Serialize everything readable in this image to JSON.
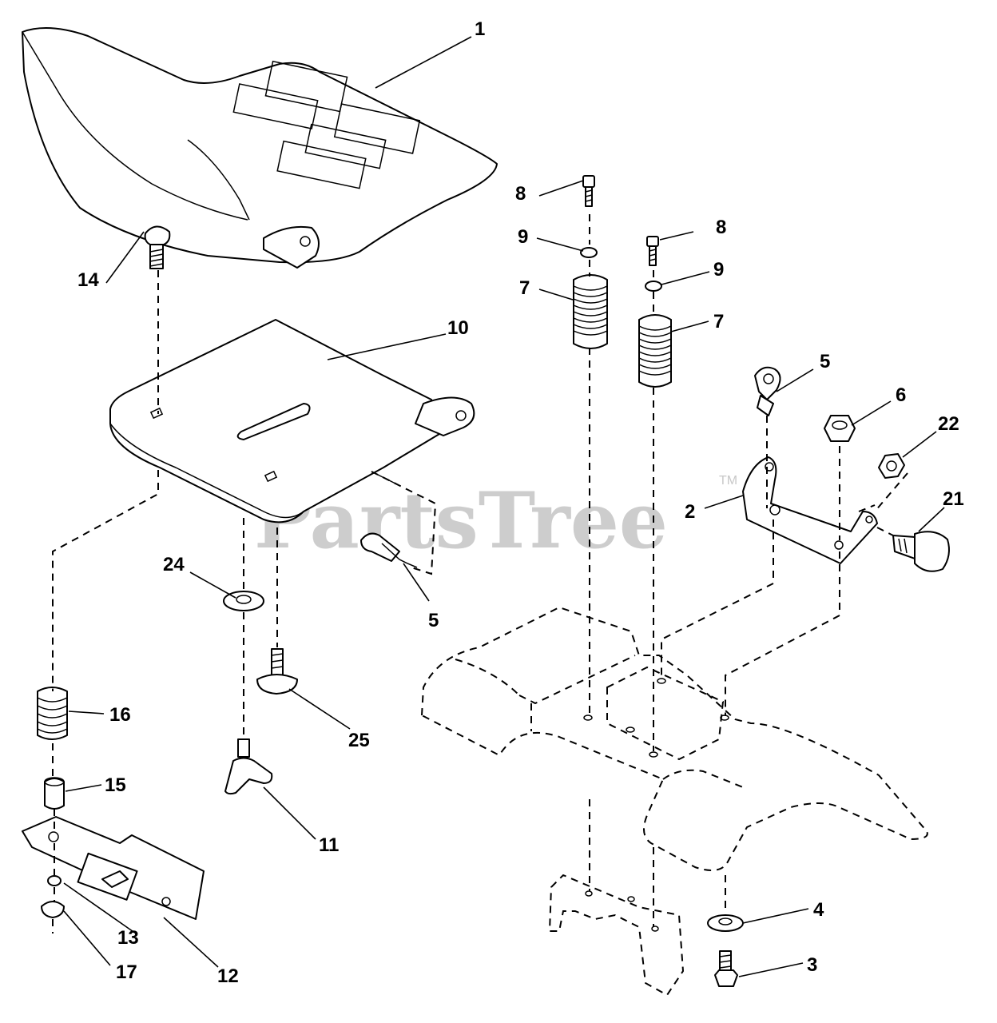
{
  "watermark": {
    "brand": "PartsTree",
    "trademark": "TM"
  },
  "callouts": {
    "seat": "1",
    "bracket": "2",
    "bolt_bottom": "3",
    "washer_bottom": "4",
    "clip_right": "5",
    "clip_left": "5",
    "nut_bracket": "6",
    "spring_left": "7",
    "spring_right": "7",
    "screw_left": "8",
    "screw_right": "8",
    "washer_top_left": "9",
    "washer_top_right": "9",
    "seat_pan": "10",
    "knob": "11",
    "slide_plate": "12",
    "washer_slide": "13",
    "carriage_bolt": "14",
    "spacer": "15",
    "spring_slide": "16",
    "nut_slide": "17",
    "shoulder_bolt": "21",
    "nut_small": "22",
    "flat_washer": "24",
    "bolt_pan": "25"
  }
}
